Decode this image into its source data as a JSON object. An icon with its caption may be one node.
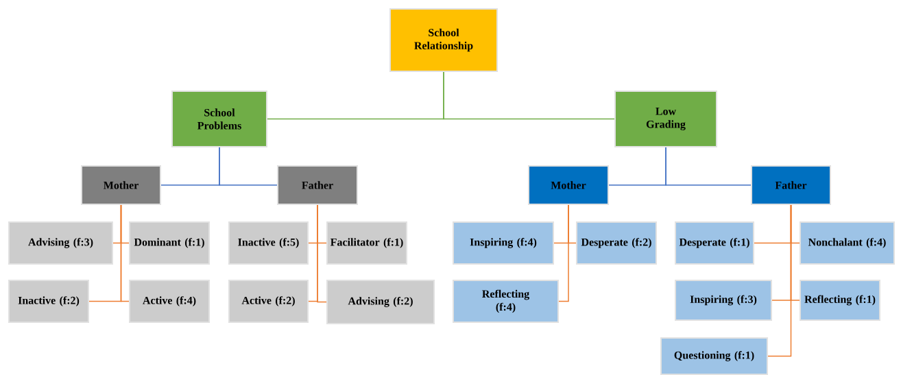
{
  "diagram": {
    "nodes": [
      {
        "text": [
          "School Relationship"
        ]
      },
      {
        "text": [
          "School Problems"
        ]
      },
      {
        "text": [
          "Low Grading"
        ]
      },
      {
        "text": [
          "Mother"
        ]
      },
      {
        "text": [
          "Father"
        ]
      },
      {
        "text": [
          "Mother"
        ]
      },
      {
        "text": [
          "Father"
        ]
      },
      {
        "text": [
          "Advising (f:3)"
        ]
      },
      {
        "text": [
          "Dominant (f:1)"
        ]
      },
      {
        "text": [
          "Inactive (f:2)"
        ]
      },
      {
        "text": [
          "Active (f:4)"
        ]
      },
      {
        "text": [
          "Inactive (f:5)"
        ]
      },
      {
        "text": [
          "Facilitator (f:1)"
        ]
      },
      {
        "text": [
          "Active (f:2)"
        ]
      },
      {
        "text": [
          "Advising (f:2)"
        ]
      },
      {
        "text": [
          "Inspiring (f:4)"
        ]
      },
      {
        "text": [
          "Desperate (f:2)"
        ]
      },
      {
        "text": [
          "Reflecting (f:4)"
        ]
      },
      {
        "text": [
          "Desperate (f:1)"
        ]
      },
      {
        "text": [
          "Nonchalant (f:4)"
        ]
      },
      {
        "text": [
          "Inspiring (f:3)"
        ]
      },
      {
        "text": [
          "Reflecting (f:1)"
        ]
      },
      {
        "text": [
          "Questioning (f:1)"
        ]
      }
    ],
    "edges": [
      {
        "from": 0,
        "to": 1,
        "arrow": "none",
        "color": "#70ad47"
      },
      {
        "from": 0,
        "to": 2,
        "arrow": "none",
        "color": "#70ad47"
      },
      {
        "from": 1,
        "to": 3,
        "arrow": "none",
        "color": "#4472c4"
      },
      {
        "from": 1,
        "to": 4,
        "arrow": "none",
        "color": "#4472c4"
      },
      {
        "from": 2,
        "to": 5,
        "arrow": "none",
        "color": "#4472c4"
      },
      {
        "from": 2,
        "to": 6,
        "arrow": "none",
        "color": "#4472c4"
      },
      {
        "from": 3,
        "to": 7,
        "arrow": "none"
      },
      {
        "from": 3,
        "to": 8,
        "arrow": "none"
      },
      {
        "from": 3,
        "to": 9,
        "arrow": "none"
      },
      {
        "from": 3,
        "to": 10,
        "arrow": "none"
      },
      {
        "from": 4,
        "to": 11,
        "arrow": "none"
      },
      {
        "from": 4,
        "to": 12,
        "arrow": "none"
      },
      {
        "from": 4,
        "to": 13,
        "arrow": "none"
      },
      {
        "from": 4,
        "to": 14,
        "arrow": "none"
      },
      {
        "from": 5,
        "to": 15,
        "arrow": "none"
      },
      {
        "from": 5,
        "to": 16,
        "arrow": "none"
      },
      {
        "from": 5,
        "to": 17,
        "arrow": "none"
      },
      {
        "from": 6,
        "to": 18,
        "arrow": "none"
      },
      {
        "from": 6,
        "to": 19,
        "arrow": "none"
      },
      {
        "from": 6,
        "to": 20,
        "arrow": "none"
      },
      {
        "from": 6,
        "to": 21,
        "arrow": "none"
      },
      {
        "from": 6,
        "to": 22,
        "arrow": "none"
      }
    ]
  }
}
